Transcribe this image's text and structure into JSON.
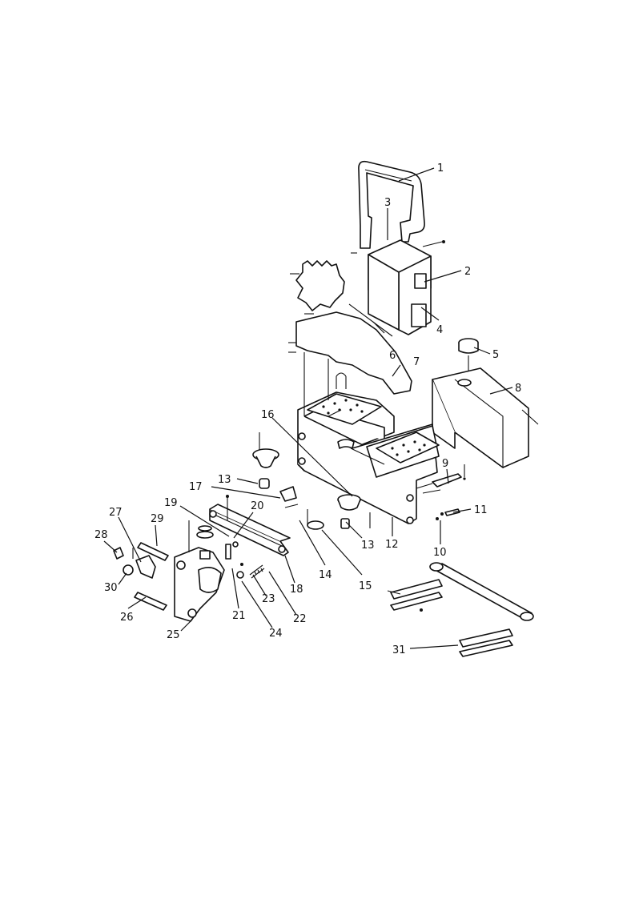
{
  "callouts": [
    {
      "id": "1",
      "text": "1"
    },
    {
      "id": "2",
      "text": "2"
    },
    {
      "id": "3",
      "text": "3"
    },
    {
      "id": "4",
      "text": "4"
    },
    {
      "id": "5",
      "text": "5"
    },
    {
      "id": "6",
      "text": "6"
    },
    {
      "id": "7",
      "text": "7"
    },
    {
      "id": "8",
      "text": "8"
    },
    {
      "id": "9",
      "text": "9"
    },
    {
      "id": "10",
      "text": "10"
    },
    {
      "id": "11",
      "text": "11"
    },
    {
      "id": "12",
      "text": "12"
    },
    {
      "id": "13a",
      "text": "13"
    },
    {
      "id": "13b",
      "text": "13"
    },
    {
      "id": "14",
      "text": "14"
    },
    {
      "id": "15",
      "text": "15"
    },
    {
      "id": "16",
      "text": "16"
    },
    {
      "id": "17",
      "text": "17"
    },
    {
      "id": "18",
      "text": "18"
    },
    {
      "id": "19",
      "text": "19"
    },
    {
      "id": "20",
      "text": "20"
    },
    {
      "id": "21",
      "text": "21"
    },
    {
      "id": "22",
      "text": "22"
    },
    {
      "id": "23",
      "text": "23"
    },
    {
      "id": "24",
      "text": "24"
    },
    {
      "id": "25",
      "text": "25"
    },
    {
      "id": "26",
      "text": "26"
    },
    {
      "id": "27",
      "text": "27"
    },
    {
      "id": "28",
      "text": "28"
    },
    {
      "id": "29",
      "text": "29"
    },
    {
      "id": "30",
      "text": "30"
    },
    {
      "id": "31",
      "text": "31"
    }
  ]
}
